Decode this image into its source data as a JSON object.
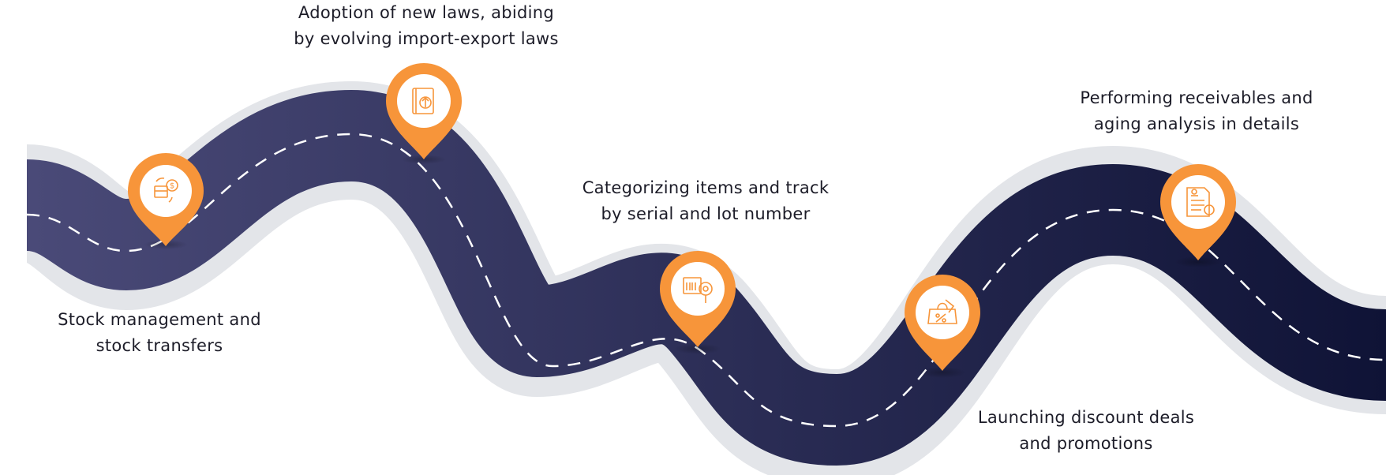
{
  "milestones": [
    {
      "id": "stock",
      "icon": "stock-transfer-icon",
      "label_lines": [
        "Stock management and",
        "stock transfers"
      ]
    },
    {
      "id": "laws",
      "icon": "law-book-icon",
      "label_lines": [
        "Adoption of new laws, abiding",
        "by evolving import-export laws"
      ]
    },
    {
      "id": "categorize",
      "icon": "barcode-search-icon",
      "label_lines": [
        "Categorizing items and track",
        "by serial and lot number"
      ]
    },
    {
      "id": "discount",
      "icon": "discount-tag-icon",
      "label_lines": [
        "Launching discount deals",
        "and promotions"
      ]
    },
    {
      "id": "receivables",
      "icon": "report-document-icon",
      "label_lines": [
        "Performing receivables and",
        "aging analysis in details"
      ]
    }
  ],
  "colors": {
    "road_start": "#4a4a78",
    "road_end": "#0f1336",
    "road_shadow": "#e3e5e9",
    "lane_marking": "#ffffff",
    "pin": "#f7953a",
    "pin_inner": "#ffffff",
    "icon_stroke": "#f7953a",
    "label_text": "#1c1c28"
  }
}
